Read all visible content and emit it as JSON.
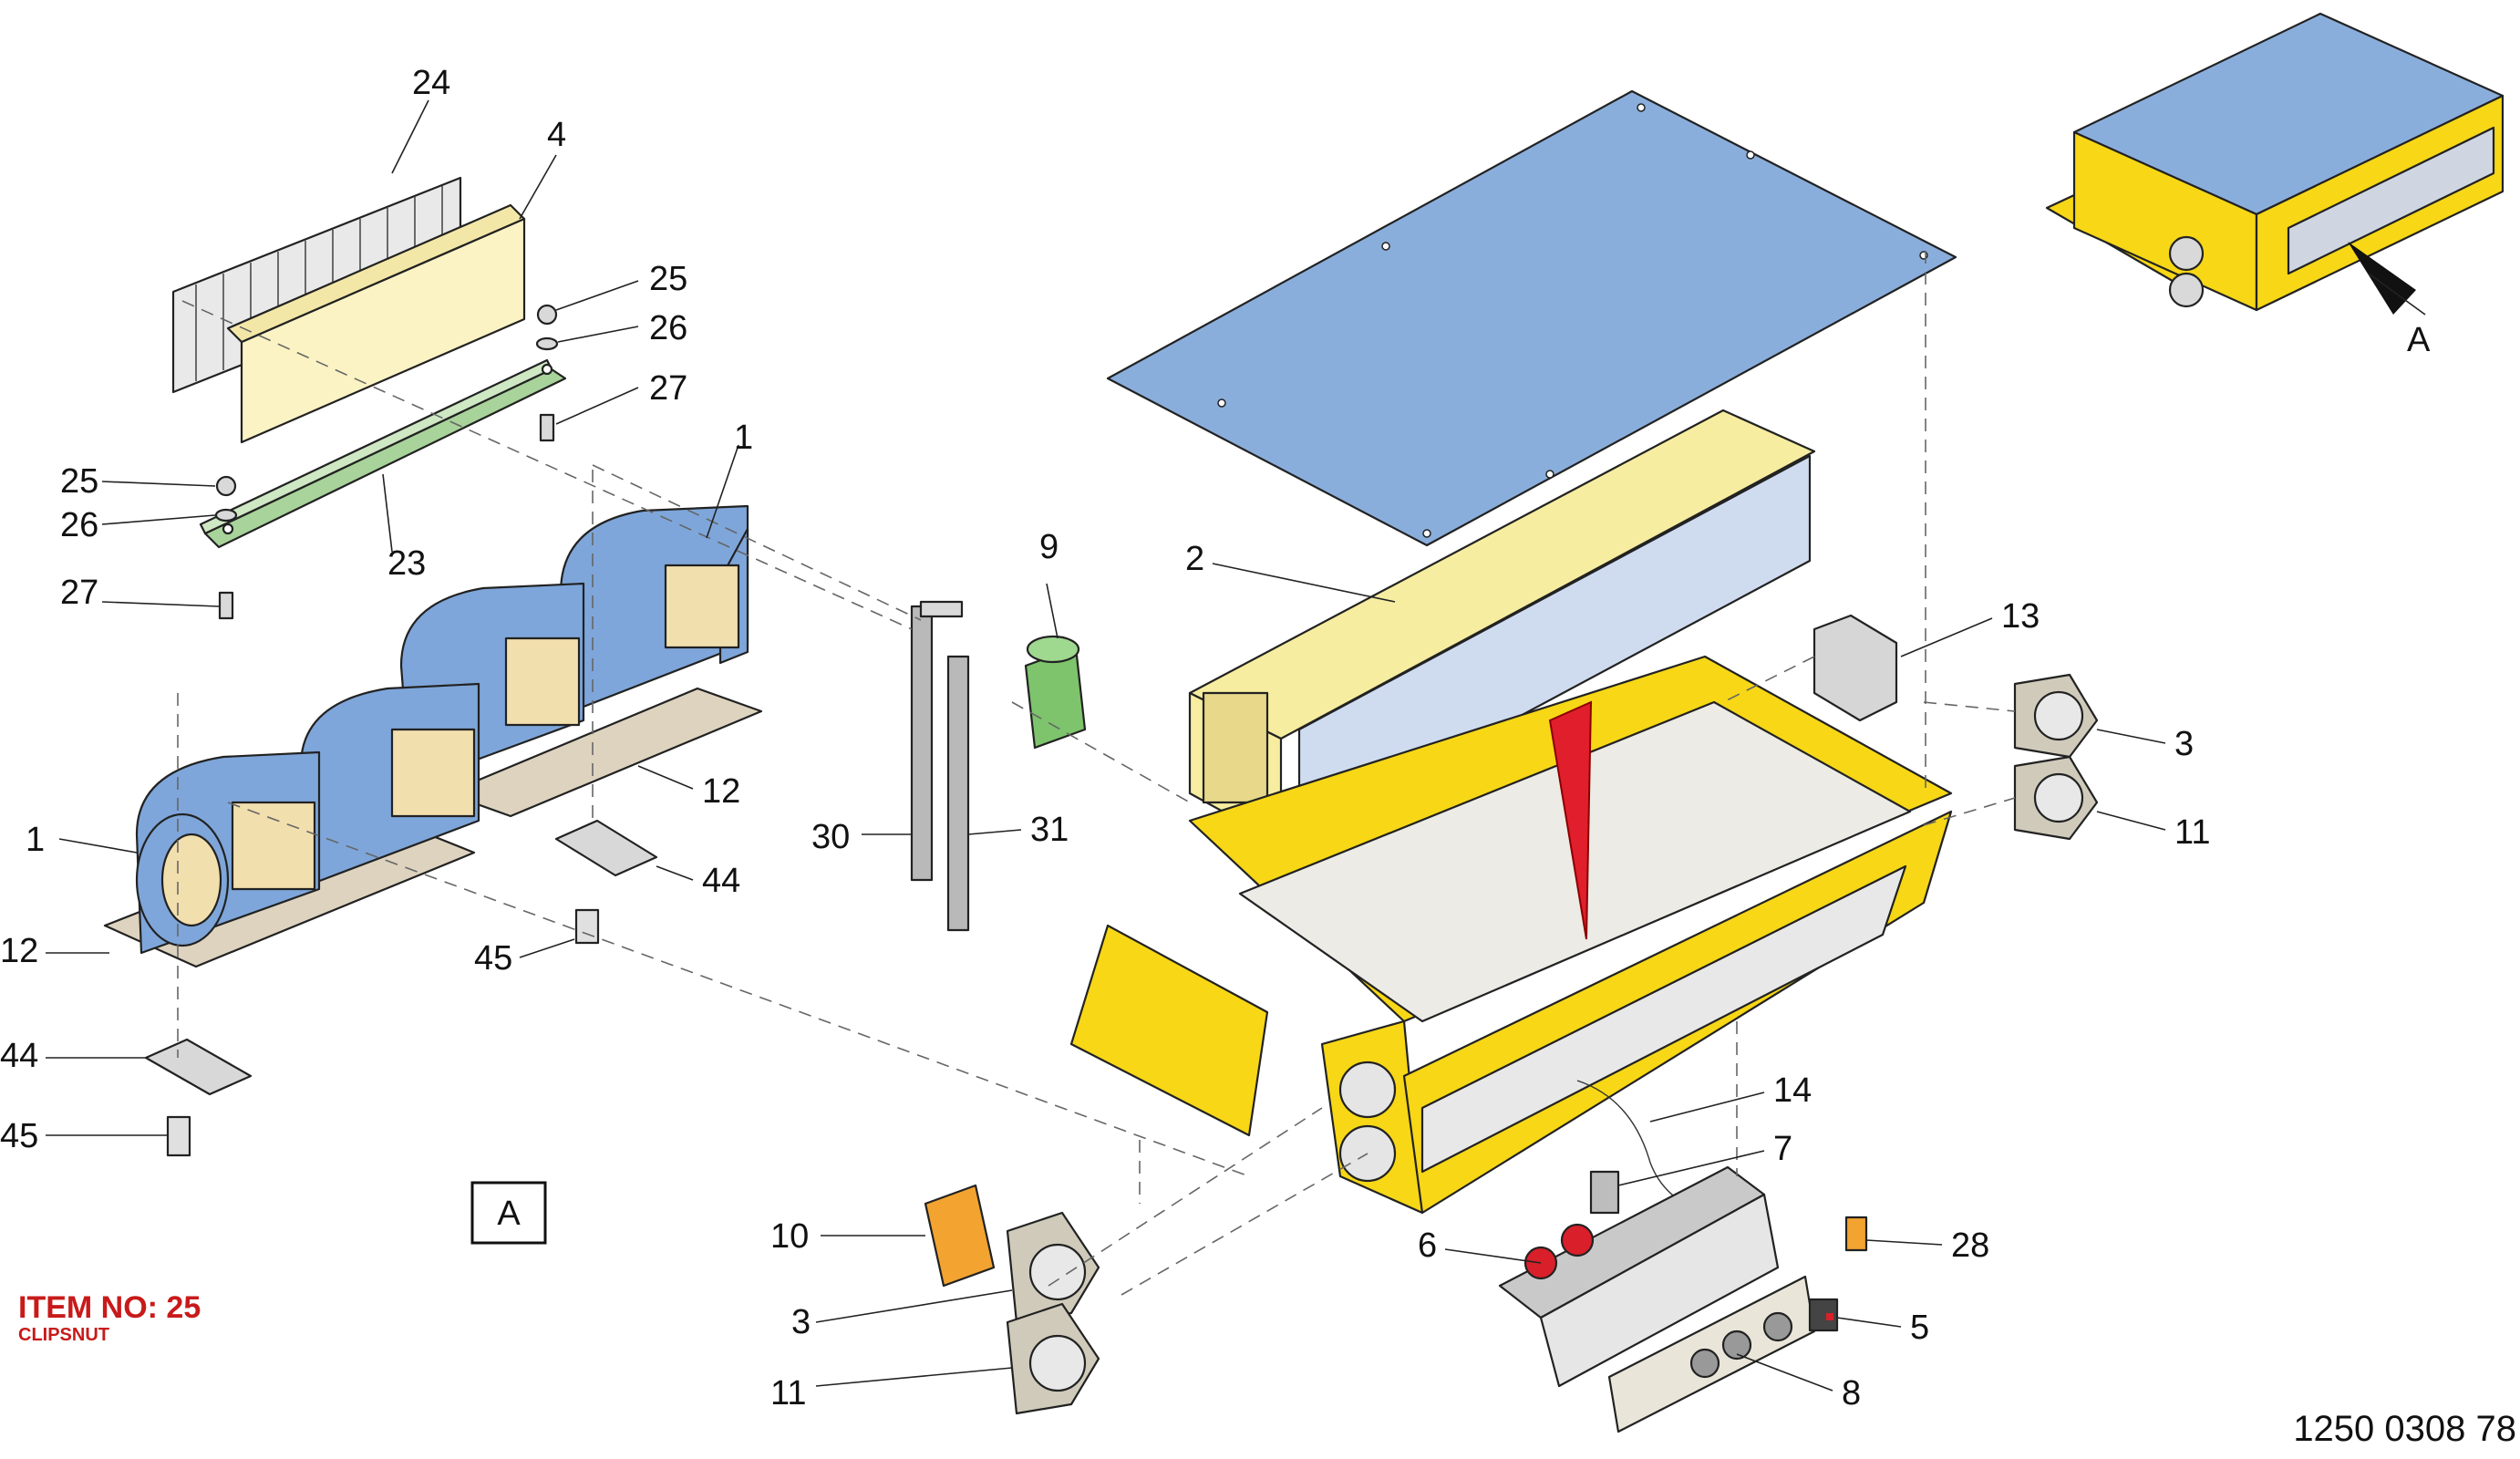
{
  "callouts": [
    {
      "label": "24"
    },
    {
      "label": "4"
    },
    {
      "label": "25"
    },
    {
      "label": "26"
    },
    {
      "label": "27"
    },
    {
      "label": "25"
    },
    {
      "label": "26"
    },
    {
      "label": "23"
    },
    {
      "label": "27"
    },
    {
      "label": "1"
    },
    {
      "label": "1"
    },
    {
      "label": "12"
    },
    {
      "label": "12"
    },
    {
      "label": "44"
    },
    {
      "label": "45"
    },
    {
      "label": "44"
    },
    {
      "label": "45"
    },
    {
      "label": "9"
    },
    {
      "label": "2"
    },
    {
      "label": "30"
    },
    {
      "label": "31"
    },
    {
      "label": "13"
    },
    {
      "label": "3"
    },
    {
      "label": "11"
    },
    {
      "label": "14"
    },
    {
      "label": "7"
    },
    {
      "label": "6"
    },
    {
      "label": "10"
    },
    {
      "label": "28"
    },
    {
      "label": "3"
    },
    {
      "label": "5"
    },
    {
      "label": "11"
    },
    {
      "label": "8"
    },
    {
      "label": "A"
    }
  ],
  "view_box_label": "A",
  "item_note": {
    "title": "ITEM NO: 25",
    "subtitle": "CLIPSNUT"
  },
  "document_number": "1250 0308 78",
  "colors": {
    "housing_yellow": "#f7d716",
    "cover_blue": "#8aaedc",
    "filter_cream": "#fbf3c4",
    "bracket_green": "#a8d39a",
    "fan_blue": "#7ea6da",
    "base_tan": "#ddd3bf",
    "valve_green": "#7dc46c",
    "relay_orange": "#f2a330",
    "knob_red": "#d81f2a",
    "pointer_red": "#e01e2c",
    "note_red": "#c81a1a"
  }
}
